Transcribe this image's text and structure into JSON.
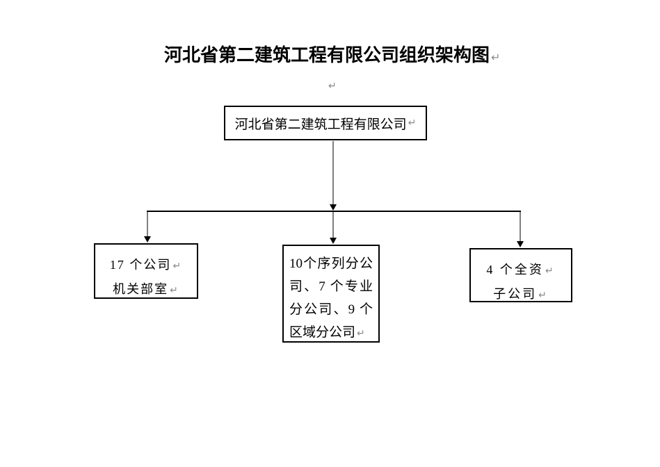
{
  "title": "河北省第二建筑工程有限公司组织架构图",
  "formatting_marks": {
    "paragraph_mark": "↵"
  },
  "colors": {
    "background": "#ffffff",
    "text": "#000000",
    "box_border": "#000000",
    "connector_line": "#000000",
    "connector_shaft": "#7f7f7f",
    "arrowhead": "#000000",
    "paragraph_mark": "#8a8a8a"
  },
  "org_chart": {
    "root": {
      "label": "河北省第二建筑工程有限公司"
    },
    "branches": [
      {
        "id": "company-offices",
        "lines": [
          "17 个公司",
          "机关部室"
        ]
      },
      {
        "id": "branch-companies",
        "lines": [
          "10个序列分公",
          "司、7 个专业",
          "分公司、9 个",
          "区域分公司"
        ]
      },
      {
        "id": "subsidiaries",
        "lines": [
          "4 个全资",
          "子公司"
        ]
      }
    ]
  }
}
